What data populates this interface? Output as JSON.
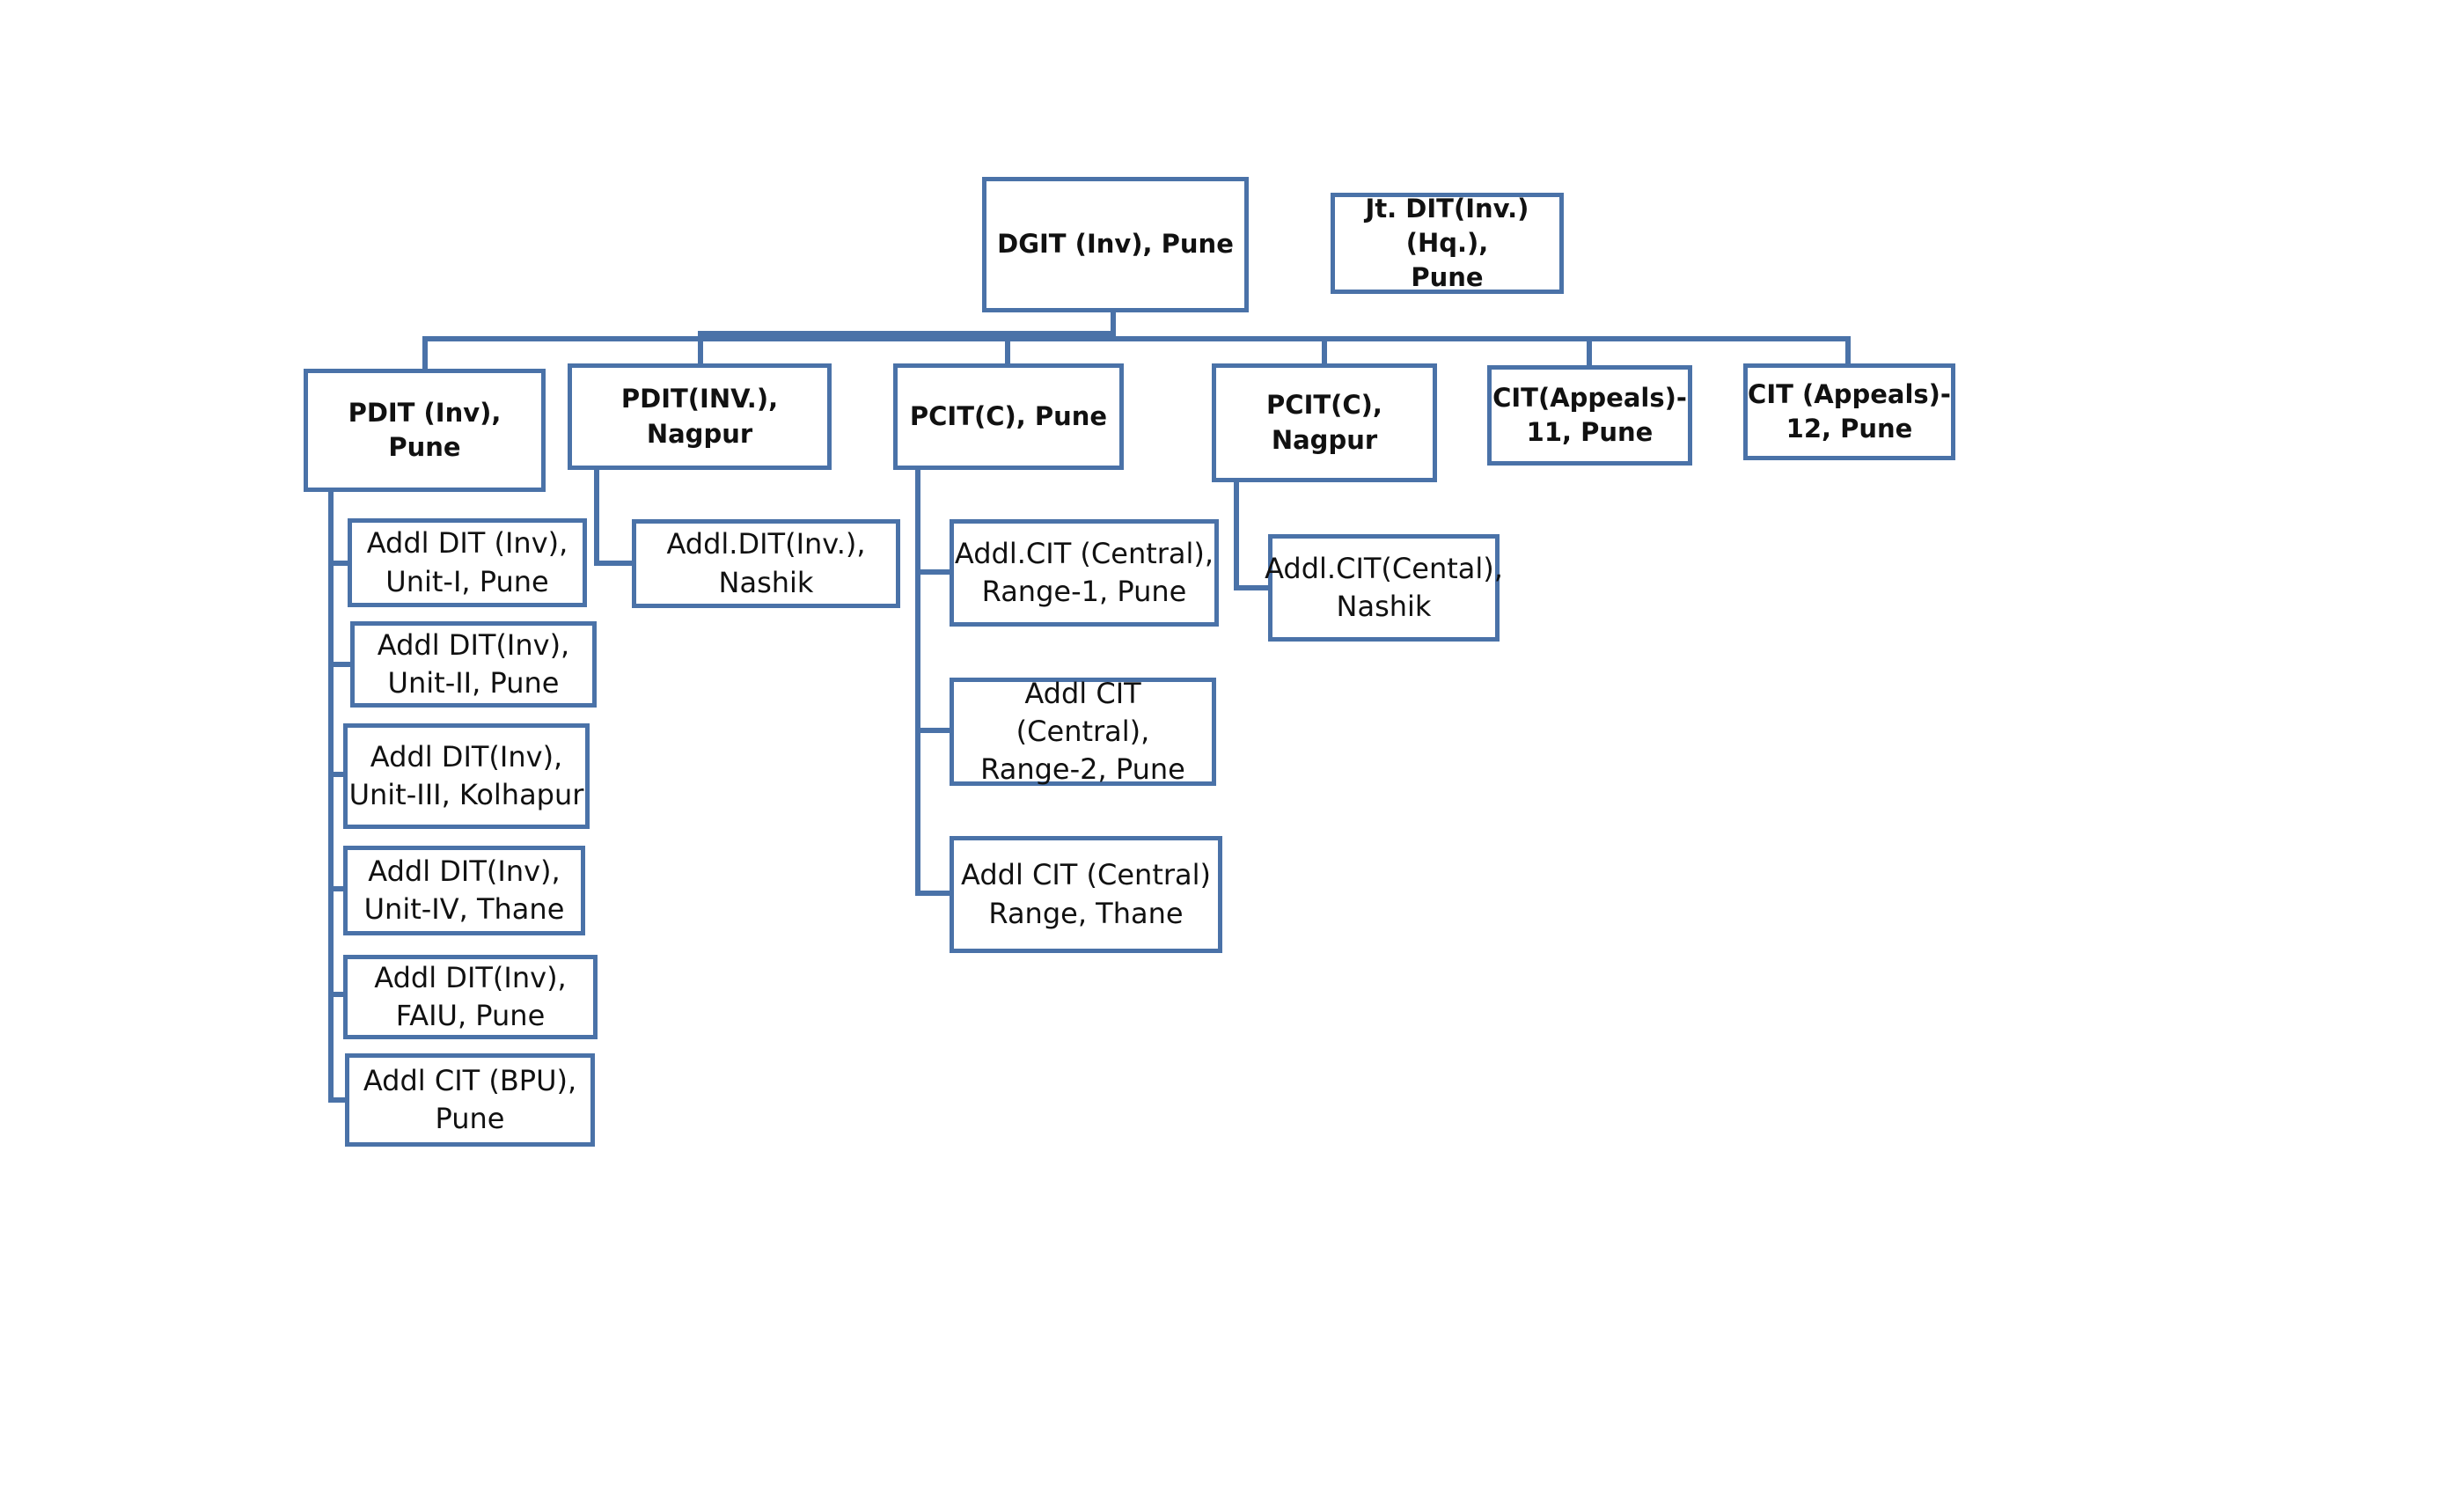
{
  "colors": {
    "stroke": "#4a72a8",
    "text": "#111111",
    "background": "#ffffff"
  },
  "nodes": {
    "dgit": "DGIT (Inv), Pune",
    "jtdit": "Jt. DIT(Inv.)(Hq.),\nPune",
    "pdit_pune": "PDIT (Inv), Pune",
    "pdit_nagpur": "PDIT(INV.), Nagpur",
    "pcit_pune": "PCIT(C), Pune",
    "pcit_nagpur": "PCIT(C), Nagpur",
    "cit_appeals_11": "CIT(Appeals)-\n11, Pune",
    "cit_appeals_12": "CIT (Appeals)-\n12, Pune",
    "addl_unit1": "Addl DIT (Inv),\nUnit-I, Pune",
    "addl_unit2": "Addl DIT(Inv),\nUnit-II, Pune",
    "addl_unit3": "Addl DIT(Inv),\nUnit-III, Kolhapur",
    "addl_unit4": "Addl DIT(Inv),\nUnit-IV, Thane",
    "addl_faiu": "Addl DIT(Inv),\nFAIU, Pune",
    "addl_bpu": "Addl CIT (BPU),\nPune",
    "addl_nashik": "Addl.DIT(Inv.),\nNashik",
    "addl_range1": "Addl.CIT (Central),\nRange-1, Pune",
    "addl_range2": "Addl CIT (Central),\nRange-2, Pune",
    "addl_thane": "Addl CIT (Central)\nRange, Thane",
    "addl_cent_nashik": "Addl.CIT(Cental),\nNashik"
  }
}
